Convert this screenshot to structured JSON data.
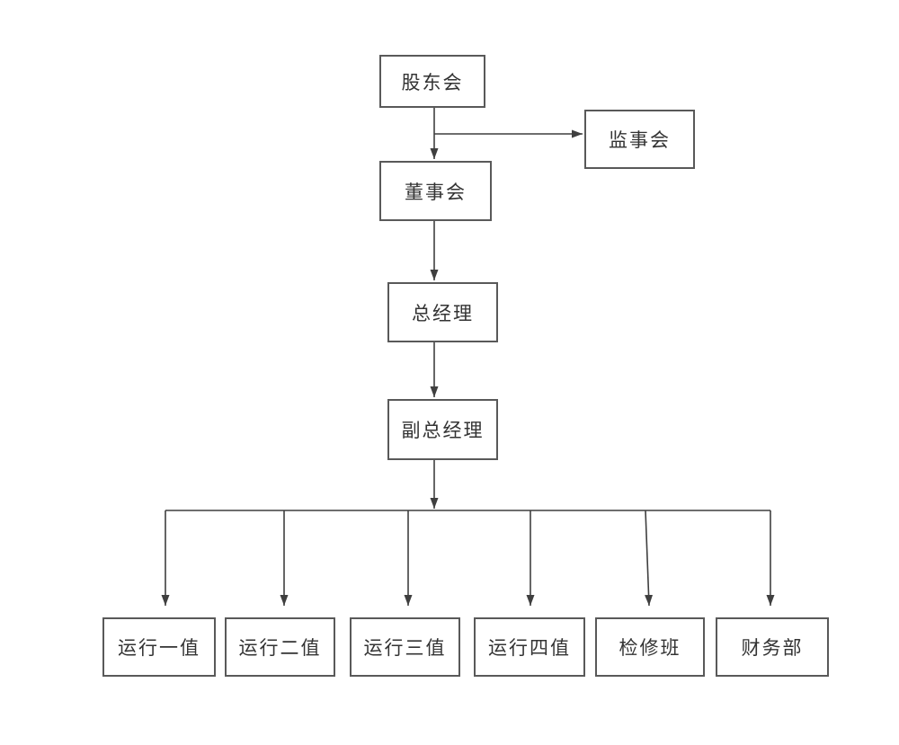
{
  "diagram": {
    "nodes": {
      "shareholders": {
        "label": "股东会"
      },
      "supervisory": {
        "label": "监事会"
      },
      "board": {
        "label": "董事会"
      },
      "general_manager": {
        "label": "总经理"
      },
      "deputy_general_manager": {
        "label": "副总经理"
      },
      "shift_1": {
        "label": "运行一值"
      },
      "shift_2": {
        "label": "运行二值"
      },
      "shift_3": {
        "label": "运行三值"
      },
      "shift_4": {
        "label": "运行四值"
      },
      "maintenance_team": {
        "label": "检修班"
      },
      "finance_dept": {
        "label": "财务部"
      }
    },
    "edges": [
      {
        "from": "shareholders",
        "to": "board",
        "arrow": true
      },
      {
        "from": "shareholders",
        "to": "supervisory",
        "arrow": true
      },
      {
        "from": "board",
        "to": "general_manager",
        "arrow": true
      },
      {
        "from": "general_manager",
        "to": "deputy_general_manager",
        "arrow": true
      },
      {
        "from": "deputy_general_manager",
        "to": "shift_1",
        "arrow": true
      },
      {
        "from": "deputy_general_manager",
        "to": "shift_2",
        "arrow": true
      },
      {
        "from": "deputy_general_manager",
        "to": "shift_3",
        "arrow": true
      },
      {
        "from": "deputy_general_manager",
        "to": "shift_4",
        "arrow": true
      },
      {
        "from": "deputy_general_manager",
        "to": "maintenance_team",
        "arrow": true
      },
      {
        "from": "deputy_general_manager",
        "to": "finance_dept",
        "arrow": true
      }
    ],
    "colors": {
      "background": "#ffffff",
      "box_border": "#595959",
      "line": "#3f3f3f",
      "text": "#333333"
    }
  }
}
